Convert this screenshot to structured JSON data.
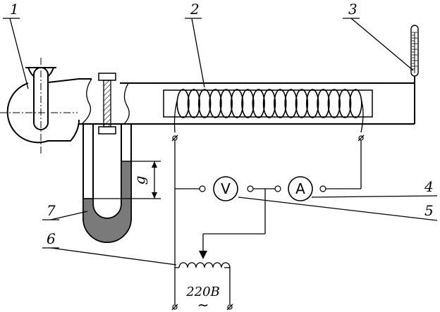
{
  "labels": {
    "l1": "1",
    "l2": "2",
    "l3": "3",
    "l4": "4",
    "l5": "5",
    "l6": "6",
    "l7": "7"
  },
  "meters": {
    "voltmeter": "V",
    "ammeter": "A"
  },
  "dimension": "g",
  "supply": {
    "voltage": "220В",
    "ac_symbol": "~"
  },
  "colors": {
    "liquid": "#7a7a7a",
    "line": "#000000"
  },
  "coil_turns": 17
}
